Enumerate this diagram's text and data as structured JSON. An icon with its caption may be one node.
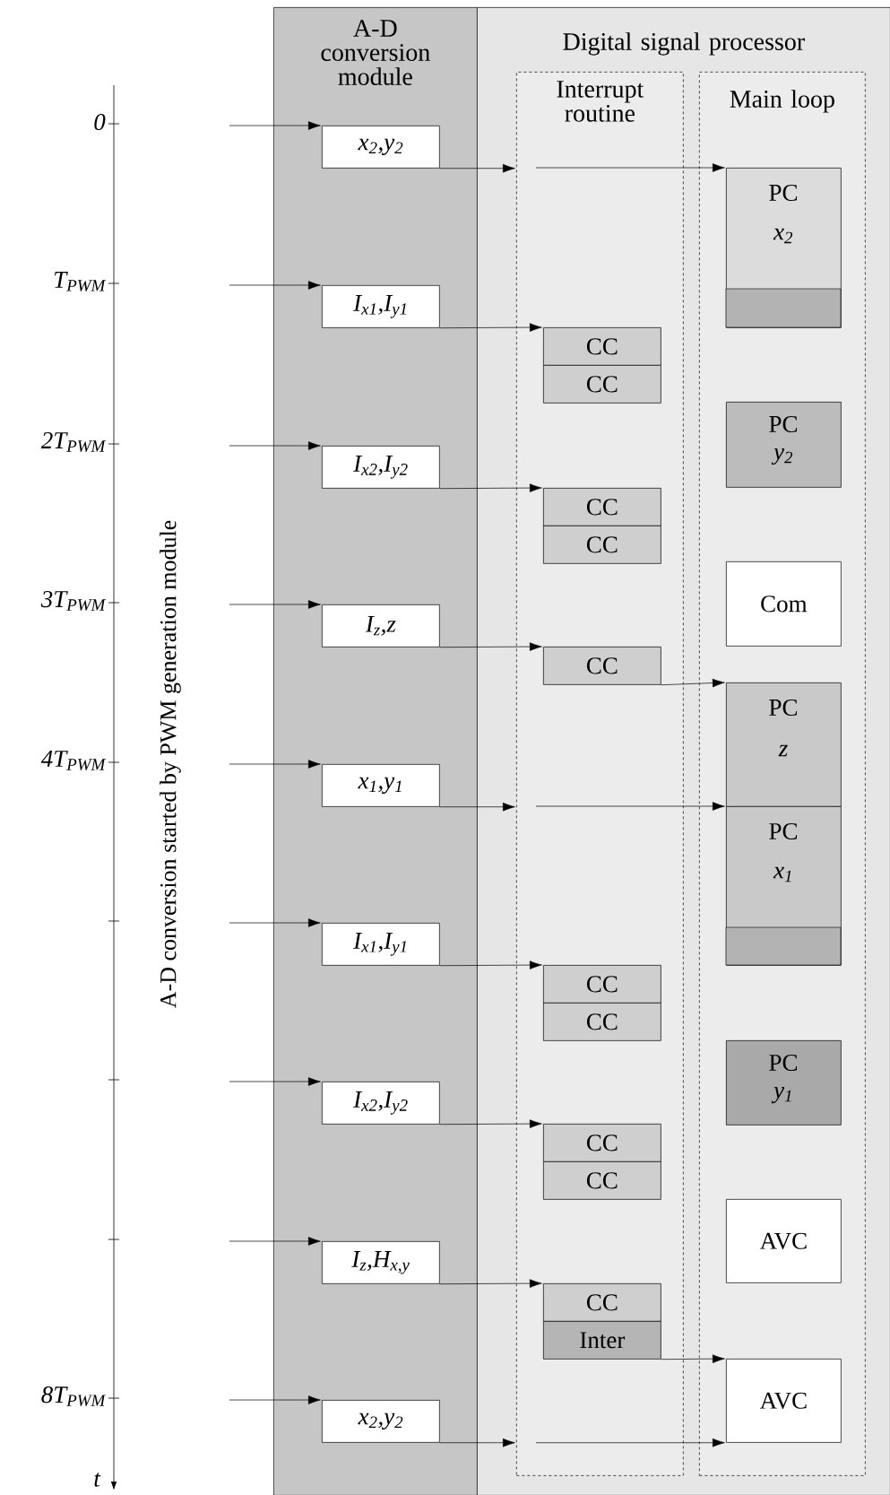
{
  "diagram": {
    "nodes": [
      {
        "text": [
          "A-D conversion module"
        ]
      },
      {
        "text": [
          "Digital signal processor"
        ]
      },
      {
        "text": [
          "Interrupt routine"
        ],
        "in": 1
      },
      {
        "text": [
          "Main loop"
        ],
        "in": 1
      },
      {
        "text": [
          "x$_{2}$,y$_{2}$"
        ],
        "in": 0
      },
      {
        "text": [
          "I$_{x1}$,I$_{y1}$"
        ],
        "in": 0
      },
      {
        "text": [
          "I$_{x2}$,I$_{y2}$"
        ],
        "in": 0
      },
      {
        "text": [
          "I$_{z}$,z"
        ],
        "in": 0
      },
      {
        "text": [
          "x$_{1}$,y$_{1}$"
        ],
        "in": 0
      },
      {
        "text": [
          "I$_{x1}$,I$_{y1}$"
        ],
        "in": 0
      },
      {
        "text": [
          "I$_{x2}$,I$_{y2}$"
        ],
        "in": 0
      },
      {
        "text": [
          "I$_{z}$,H$_{x,y}$"
        ],
        "in": 0
      },
      {
        "text": [
          "x$_{2}$,y$_{2}$"
        ],
        "in": 0
      },
      {
        "text": [
          "CC"
        ],
        "in": 2
      },
      {
        "text": [
          "CC"
        ],
        "in": 2
      },
      {
        "text": [
          "CC"
        ],
        "in": 2
      },
      {
        "text": [
          "CC"
        ],
        "in": 2
      },
      {
        "text": [
          "CC"
        ],
        "in": 2
      },
      {
        "text": [
          "CC"
        ],
        "in": 2
      },
      {
        "text": [
          "CC"
        ],
        "in": 2
      },
      {
        "text": [
          "CC"
        ],
        "in": 2
      },
      {
        "text": [
          "CC"
        ],
        "in": 2
      },
      {
        "text": [
          "CC"
        ],
        "in": 2
      },
      {
        "text": [
          "Inter"
        ],
        "in": 2
      },
      {
        "text": [
          "PC",
          "x$_{2}$"
        ],
        "in": 3
      },
      {
        "text": [
          "PC",
          "y$_{2}$"
        ],
        "in": 3
      },
      {
        "text": [
          "Com"
        ],
        "in": 3
      },
      {
        "text": [
          "PC",
          "z"
        ],
        "in": 3
      },
      {
        "text": [
          "PC",
          "x$_{1}$"
        ],
        "in": 3
      },
      {
        "text": [
          "PC",
          "y$_{1}$"
        ],
        "in": 3
      },
      {
        "text": [
          "AVC"
        ],
        "in": 3
      },
      {
        "text": [
          "AVC"
        ],
        "in": 3
      }
    ],
    "edges": [
      {
        "from": null,
        "to": 4,
        "arrow": "to"
      },
      {
        "from": null,
        "to": 5,
        "arrow": "to"
      },
      {
        "from": null,
        "to": 6,
        "arrow": "to"
      },
      {
        "from": null,
        "to": 7,
        "arrow": "to"
      },
      {
        "from": null,
        "to": 8,
        "arrow": "to"
      },
      {
        "from": null,
        "to": 9,
        "arrow": "to"
      },
      {
        "from": null,
        "to": 10,
        "arrow": "to"
      },
      {
        "from": null,
        "to": 11,
        "arrow": "to"
      },
      {
        "from": null,
        "to": 12,
        "arrow": "to"
      },
      {
        "from": 4,
        "to": 2,
        "arrow": "to"
      },
      {
        "from": 2,
        "to": 24,
        "arrow": "to"
      },
      {
        "from": 5,
        "to": 13,
        "arrow": "to"
      },
      {
        "from": 6,
        "to": 15,
        "arrow": "to"
      },
      {
        "from": 7,
        "to": 17,
        "arrow": "to"
      },
      {
        "from": 17,
        "to": 27,
        "arrow": "to"
      },
      {
        "from": 8,
        "to": 2,
        "arrow": "to"
      },
      {
        "from": 2,
        "to": 28,
        "arrow": "to"
      },
      {
        "from": 9,
        "to": 18,
        "arrow": "to"
      },
      {
        "from": 10,
        "to": 20,
        "arrow": "to"
      },
      {
        "from": 11,
        "to": 22,
        "arrow": "to"
      },
      {
        "from": 23,
        "to": 31,
        "arrow": "to"
      },
      {
        "from": 12,
        "to": 2,
        "arrow": "to"
      },
      {
        "from": 2,
        "to": 31,
        "arrow": "to"
      }
    ],
    "labels": [
      "0",
      "T$_{PWM}$",
      "2T$_{PWM}$",
      "3T$_{PWM}$",
      "4T$_{PWM}$",
      "A-D conversion started by PWM generation module",
      "8T$_{PWM}$",
      "t"
    ]
  }
}
